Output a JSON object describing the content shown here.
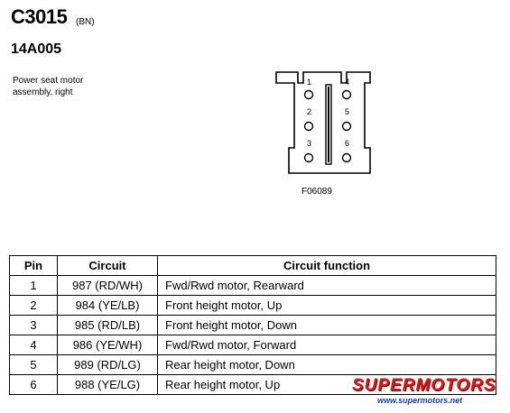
{
  "connector": {
    "id": "C3015",
    "color": "(BN)"
  },
  "component": {
    "id": "14A005",
    "description": "Power seat motor assembly, right"
  },
  "diagram": {
    "pin_labels": [
      "1",
      "2",
      "3",
      "4",
      "5",
      "6"
    ],
    "figure_id": "F06089"
  },
  "table": {
    "headers": [
      "Pin",
      "Circuit",
      "Circuit function"
    ],
    "rows": [
      {
        "pin": "1",
        "circuit": "987 (RD/WH)",
        "function": "Fwd/Rwd motor, Rearward"
      },
      {
        "pin": "2",
        "circuit": "984 (YE/LB)",
        "function": "Front height motor, Up"
      },
      {
        "pin": "3",
        "circuit": "985 (RD/LB)",
        "function": "Front height motor, Down"
      },
      {
        "pin": "4",
        "circuit": "986 (YE/WH)",
        "function": "Fwd/Rwd motor, Forward"
      },
      {
        "pin": "5",
        "circuit": "989 (RD/LG)",
        "function": "Rear height motor, Down"
      },
      {
        "pin": "6",
        "circuit": "988 (YE/LG)",
        "function": "Rear height motor, Up"
      }
    ]
  },
  "watermark": {
    "logo_text": "SUPERMOTORS",
    "url": "www.supermotors.net",
    "logo_color": "#d61a1a",
    "url_color": "#1d3fa8"
  }
}
